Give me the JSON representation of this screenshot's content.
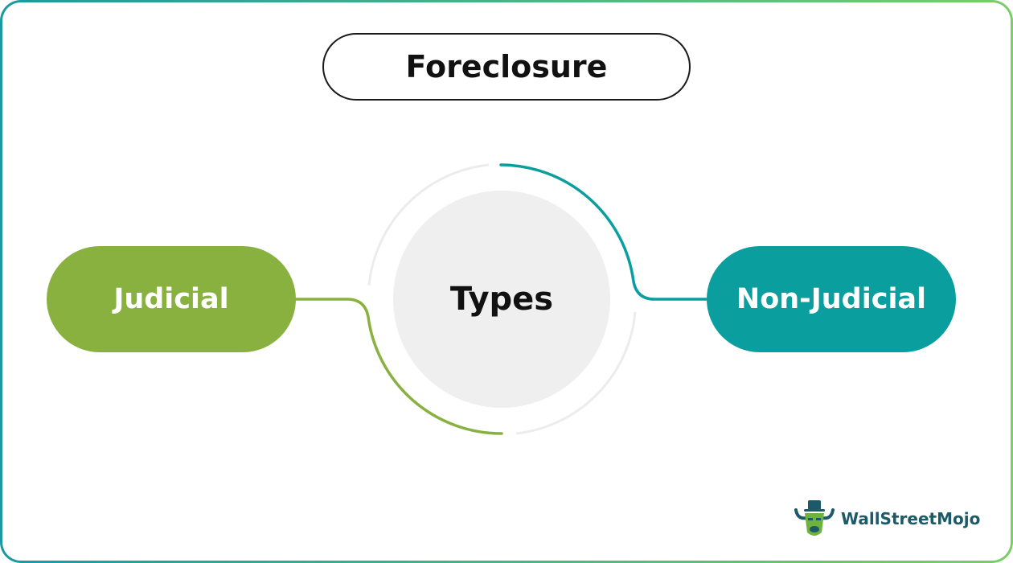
{
  "title": "Foreclosure",
  "center": "Types",
  "types": {
    "left": "Judicial",
    "right": "Non-Judicial"
  },
  "colors": {
    "judicial": "#88b140",
    "non_judicial": "#0a9e9e",
    "center_fill": "#efefef",
    "ring": "#ececec"
  },
  "logo": {
    "text": "WallStreetMojo",
    "icon": "bull-mascot-icon"
  }
}
